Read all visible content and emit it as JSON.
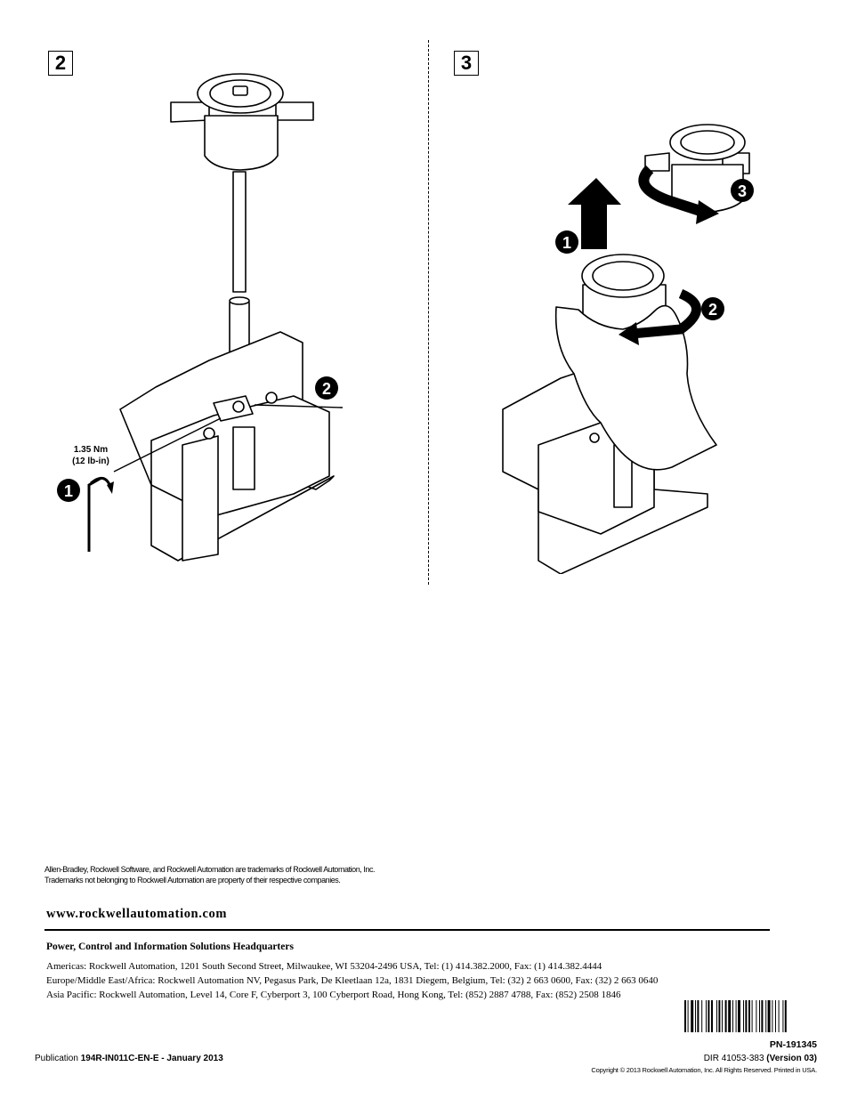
{
  "steps": {
    "left": "2",
    "right": "3"
  },
  "figure_left": {
    "torque_value": "1.35 Nm",
    "torque_alt": "(12 lb-in)",
    "callout_1": "1",
    "callout_2": "2"
  },
  "figure_right": {
    "callout_1": "1",
    "callout_2": "2",
    "callout_3": "3"
  },
  "trademarks": {
    "line1": "Allen-Bradley, Rockwell Software, and Rockwell Automation are trademarks of Rockwell Automation, Inc.",
    "line2": "Trademarks not belonging to Rockwell Automation are property of their respective companies."
  },
  "website": "www.rockwellautomation.com",
  "hq_title": "Power, Control and Information Solutions Headquarters",
  "addresses": [
    "Americas: Rockwell Automation, 1201 South Second Street, Milwaukee, WI 53204-2496 USA, Tel: (1) 414.382.2000, Fax: (1) 414.382.4444",
    "Europe/Middle East/Africa: Rockwell Automation NV, Pegasus Park, De Kleetlaan 12a, 1831 Diegem, Belgium, Tel: (32) 2 663 0600, Fax: (32) 2 663 0640",
    "Asia Pacific: Rockwell Automation, Level 14, Core F, Cyberport 3, 100 Cyberport Road, Hong Kong, Tel: (852) 2887 4788, Fax: (852) 2508 1846"
  ],
  "part_number": "PN-191345",
  "dir_number": "DIR 41053-383",
  "dir_version": "(Version 03)",
  "copyright": "Copyright © 2013 Rockwell Automation, Inc. All Rights Reserved. Printed in USA.",
  "publication": {
    "prefix": "Publication",
    "number": "194R-IN011C-EN-E",
    "separator": " - ",
    "date": " January 2013"
  }
}
